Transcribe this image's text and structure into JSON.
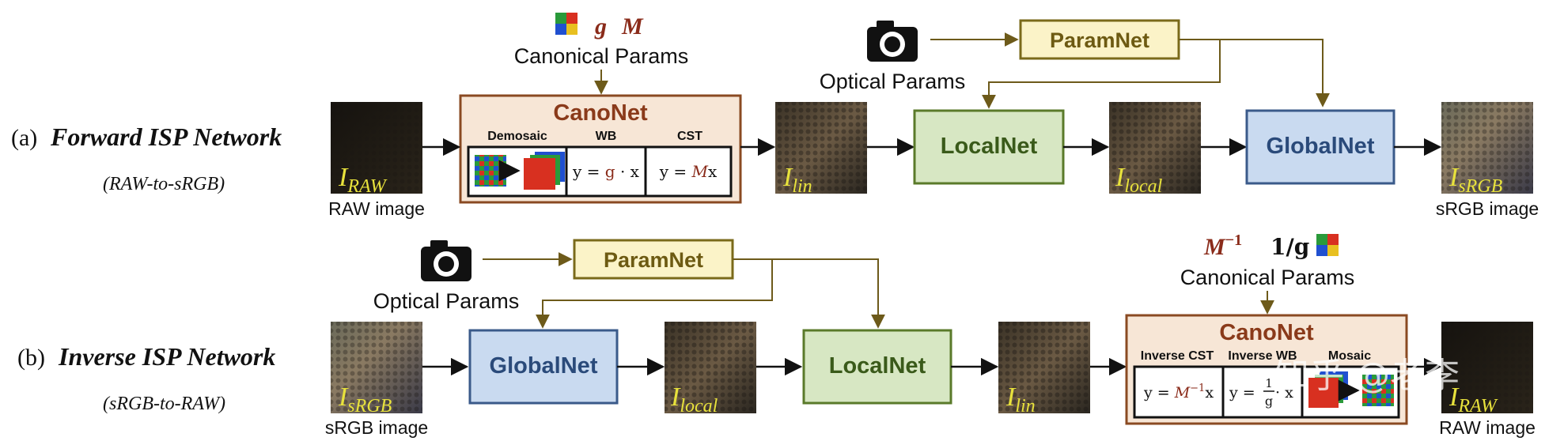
{
  "colors": {
    "arrow": "#6d5a1a",
    "canonet_fill": "#f7e6d6",
    "canonet_border": "#8a4a22",
    "canonet_text": "#8a3a1a",
    "paramnet_fill": "#fbf3c8",
    "paramnet_border": "#7a6a1a",
    "paramnet_text": "#6d5a12",
    "localnet_fill": "#d7e7c3",
    "localnet_border": "#5a7a2a",
    "localnet_text": "#3a5a1a",
    "globalnet_fill": "#c9daf0",
    "globalnet_border": "#3a5a8a",
    "globalnet_text": "#2a4a7a",
    "math_red": "#8a2b1a"
  },
  "forward": {
    "label_prefix": "(a)",
    "label_title": "Forward ISP Network",
    "label_sub": "(RAW-to-sRGB)",
    "input_caption": "RAW image",
    "input_symbol": "I",
    "input_subscript": "RAW",
    "canonical_params_label": "Canonical Params",
    "param_g": "g",
    "param_M": "M",
    "canonet": {
      "title": "CanoNet",
      "stage_demosaic": "Demosaic",
      "stage_wb": "WB",
      "stage_cst": "CST",
      "wb_formula_lhs": "y = ",
      "wb_formula_g": "g",
      "wb_formula_rhs": " · x",
      "cst_formula_lhs": "y = ",
      "cst_formula_M": "M",
      "cst_formula_rhs": "x"
    },
    "lin_symbol": "I",
    "lin_subscript": "lin",
    "optical_params_label": "Optical Params",
    "paramnet_title": "ParamNet",
    "localnet_title": "LocalNet",
    "local_symbol": "I",
    "local_subscript": "local",
    "globalnet_title": "GlobalNet",
    "output_caption": "sRGB image",
    "output_symbol": "I",
    "output_subscript": "sRGB"
  },
  "inverse": {
    "label_prefix": "(b)",
    "label_title": "Inverse ISP Network",
    "label_sub": "(sRGB-to-RAW)",
    "input_caption": "sRGB image",
    "input_symbol": "I",
    "input_subscript": "sRGB",
    "optical_params_label": "Optical Params",
    "paramnet_title": "ParamNet",
    "globalnet_title": "GlobalNet",
    "local_symbol": "I",
    "local_subscript": "local",
    "localnet_title": "LocalNet",
    "lin_symbol": "I",
    "lin_subscript": "lin",
    "canonical_params_label": "Canonical Params",
    "param_Minv": "M",
    "param_Minv_sup": "−1",
    "param_ginv": "1/g",
    "canonet": {
      "title": "CanoNet",
      "stage_cst": "Inverse CST",
      "stage_wb": "Inverse WB",
      "stage_mosaic": "Mosaic",
      "cst_formula_lhs": "y = ",
      "cst_formula_M": "M",
      "cst_formula_sup": "−1",
      "cst_formula_rhs": "x",
      "wb_formula_lhs": "y = ",
      "wb_formula_num": "1",
      "wb_formula_den": "g",
      "wb_formula_rhs": " · x"
    },
    "output_caption": "RAW image",
    "output_symbol": "I",
    "output_subscript": "RAW"
  },
  "watermark": "知乎 @老李"
}
